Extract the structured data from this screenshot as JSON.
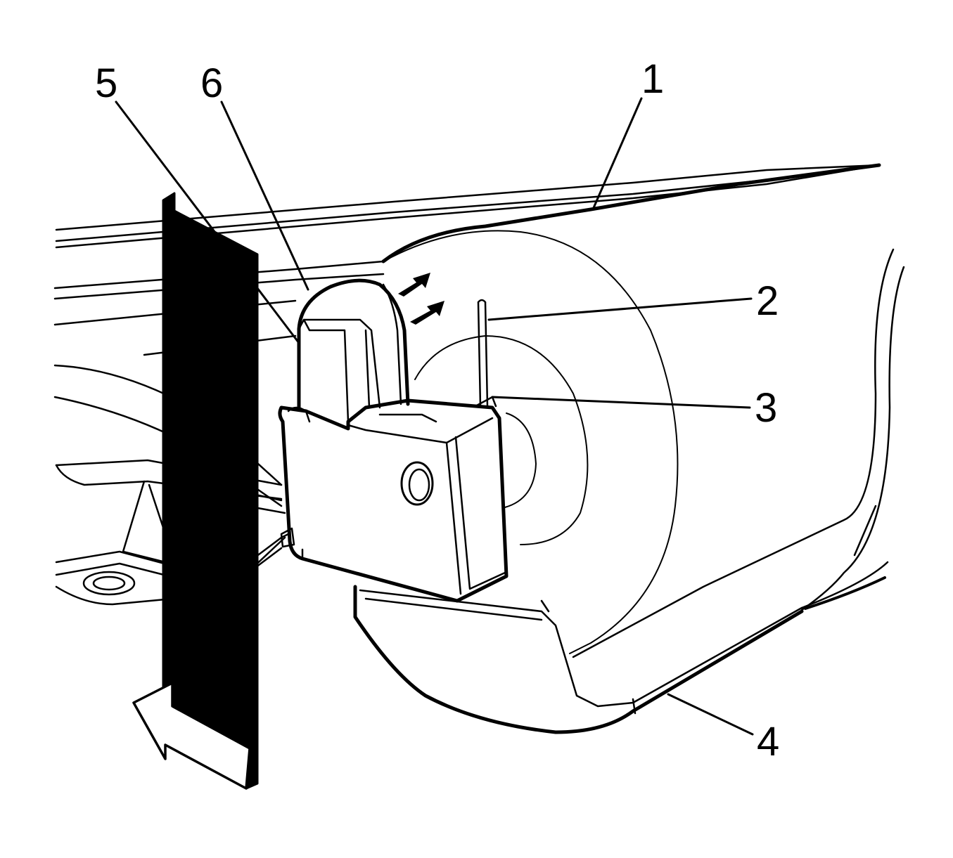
{
  "callouts": {
    "c1": "1",
    "c2": "2",
    "c3": "3",
    "c4": "4",
    "c5": "5",
    "c6": "6"
  },
  "colors": {
    "ink": "#000000",
    "paper": "#ffffff"
  },
  "icons": {
    "view_direction": "view-direction-arrow-icon",
    "motion": "motion-arrow-icon"
  }
}
